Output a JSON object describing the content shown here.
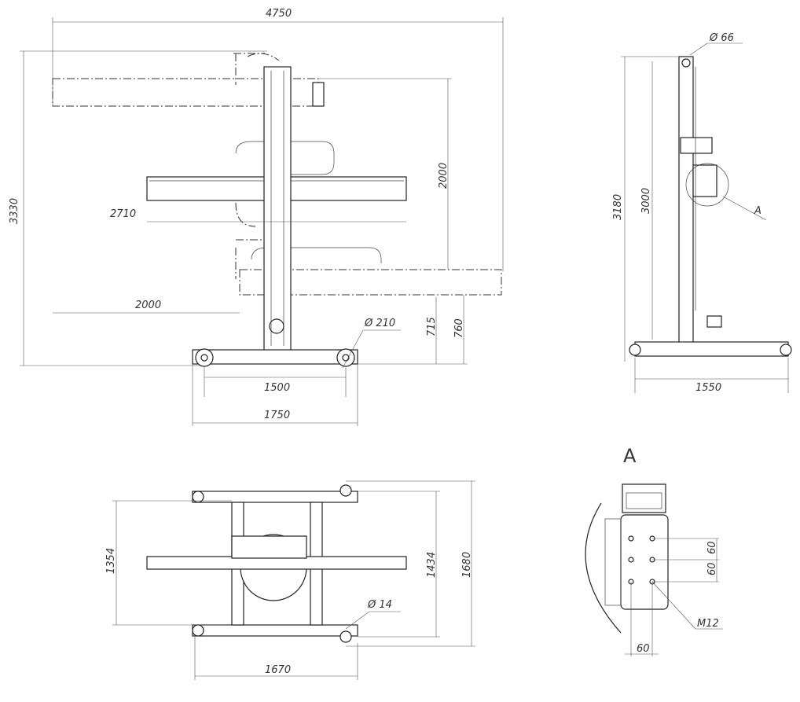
{
  "front_view": {
    "overall_width": "4750",
    "overall_height": "3330",
    "arm_travel": "2000",
    "arm_length": "2710",
    "arm_reach": "2000",
    "wheel_diameter": "Ø 210",
    "min_height_1": "715",
    "min_height_2": "760",
    "wheel_track": "1500",
    "base_length": "1750"
  },
  "side_view": {
    "column_diameter": "Ø 66",
    "total_height": "3180",
    "column_height": "3000",
    "detail_callout": "A",
    "base_width": "1550"
  },
  "top_view": {
    "inner_width": "1354",
    "mid_width": "1434",
    "outer_width": "1680",
    "hole_diameter": "Ø 14",
    "length": "1670"
  },
  "detail_a": {
    "title": "A",
    "pitch_1": "60",
    "pitch_2": "60",
    "pitch_3": "60",
    "thread": "M12"
  }
}
